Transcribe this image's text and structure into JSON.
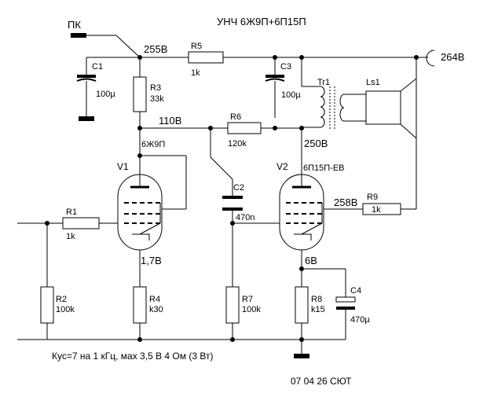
{
  "title": "УНЧ 6Ж9П+6П15П",
  "supply": {
    "pk": "ПК",
    "hv": "264В"
  },
  "nodes": {
    "b255": "255В",
    "b110": "110В",
    "b250": "250В",
    "b258": "258В",
    "k1": "1,7В",
    "k2": "6В"
  },
  "tubes": {
    "v1": {
      "ref": "V1",
      "type": "6Ж9П"
    },
    "v2": {
      "ref": "V2",
      "type": "6П15П-ЕВ"
    }
  },
  "parts": {
    "c1": {
      "ref": "C1",
      "val": "100µ"
    },
    "c2": {
      "ref": "C2",
      "val": "470n"
    },
    "c3": {
      "ref": "C3",
      "val": "100µ"
    },
    "c4": {
      "ref": "C4",
      "val": "470µ"
    },
    "r1": {
      "ref": "R1",
      "val": "1k"
    },
    "r2": {
      "ref": "R2",
      "val": "100k"
    },
    "r3": {
      "ref": "R3",
      "val": "33k"
    },
    "r4": {
      "ref": "R4",
      "val": "k30"
    },
    "r5": {
      "ref": "R5",
      "val": "1k"
    },
    "r6": {
      "ref": "R6",
      "val": "120k"
    },
    "r7": {
      "ref": "R7",
      "val": "100k"
    },
    "r8": {
      "ref": "R8",
      "val": "k15"
    },
    "r9": {
      "ref": "R9",
      "val": "1k"
    },
    "tr1": {
      "ref": "Tr1"
    },
    "ls1": {
      "ref": "Ls1"
    }
  },
  "note": "Кус=7 на 1 кГц,  мах 3,5 В 4 Ом (3 Вт)",
  "date": "07 04 26 СЮТ"
}
